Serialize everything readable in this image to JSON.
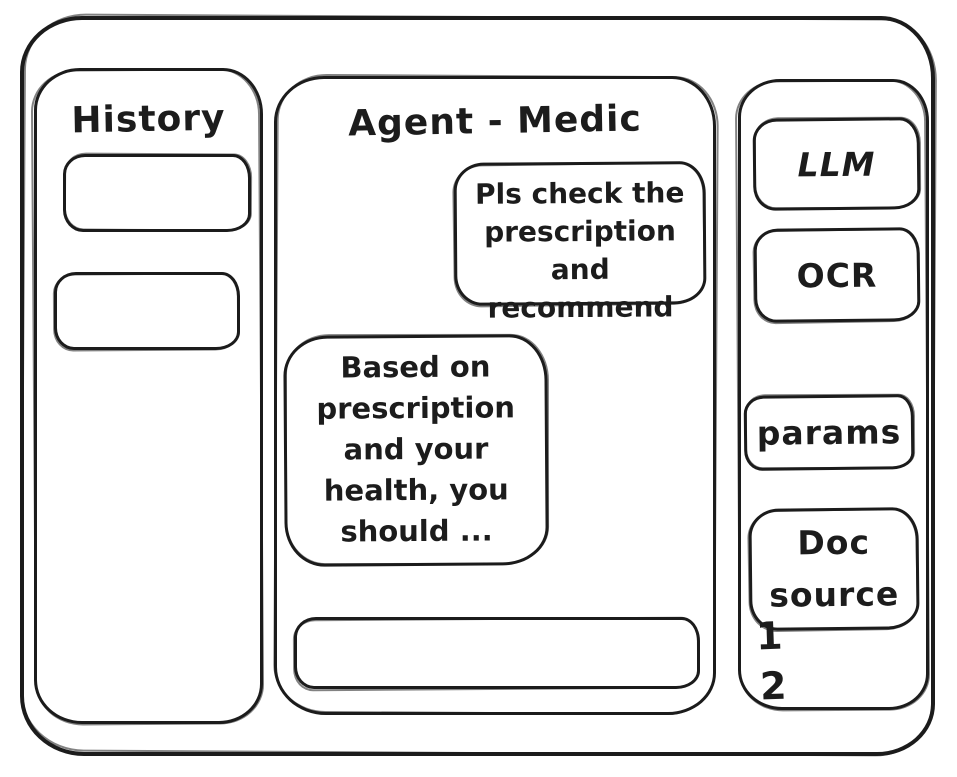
{
  "colors": {
    "ink": "#1c1c1c",
    "background": "#ffffff"
  },
  "history_panel": {
    "title": "History",
    "items": [
      {
        "label": ""
      },
      {
        "label": ""
      }
    ]
  },
  "chat_panel": {
    "title": "Agent - Medic",
    "messages": [
      {
        "role": "user",
        "text": "Pls check the\nprescription\nand recommend"
      },
      {
        "role": "agent",
        "text": "Based on\nprescription\nand your\nhealth, you\nshould ..."
      }
    ],
    "input_value": "",
    "input_placeholder": ""
  },
  "tools_panel": {
    "buttons": [
      {
        "id": "llm",
        "label": "LLM"
      },
      {
        "id": "ocr",
        "label": "OCR"
      },
      {
        "id": "params",
        "label": "params"
      },
      {
        "id": "doc-source",
        "label": "Doc\nsource"
      }
    ],
    "annotations": [
      "1",
      "2"
    ]
  }
}
